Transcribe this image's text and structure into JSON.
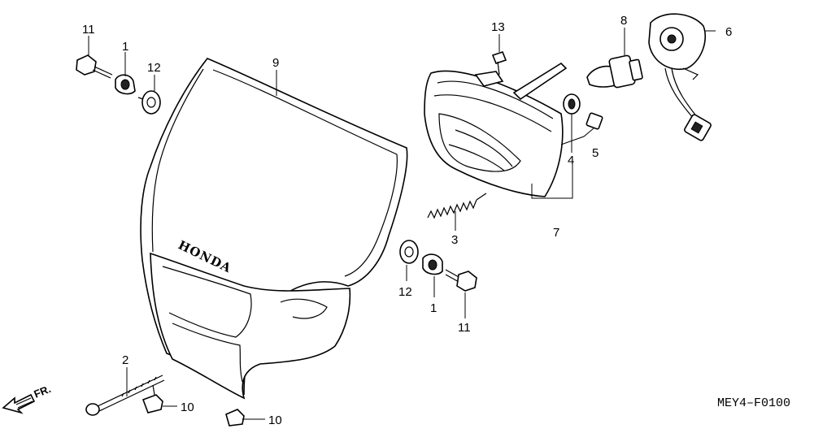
{
  "diagram": {
    "diagram_code": "MEY4–F0100",
    "direction_label": "FR.",
    "brand_text": "HONDA",
    "callouts": {
      "c1_top": "1",
      "c11_top": "11",
      "c12_top": "12",
      "c9": "9",
      "c13": "13",
      "c8": "8",
      "c6": "6",
      "c4": "4",
      "c5": "5",
      "c7": "7",
      "c3": "3",
      "c12_bottom": "12",
      "c1_bottom": "1",
      "c11_bottom": "11",
      "c2": "2",
      "c10_left": "10",
      "c10_right": "10"
    }
  }
}
